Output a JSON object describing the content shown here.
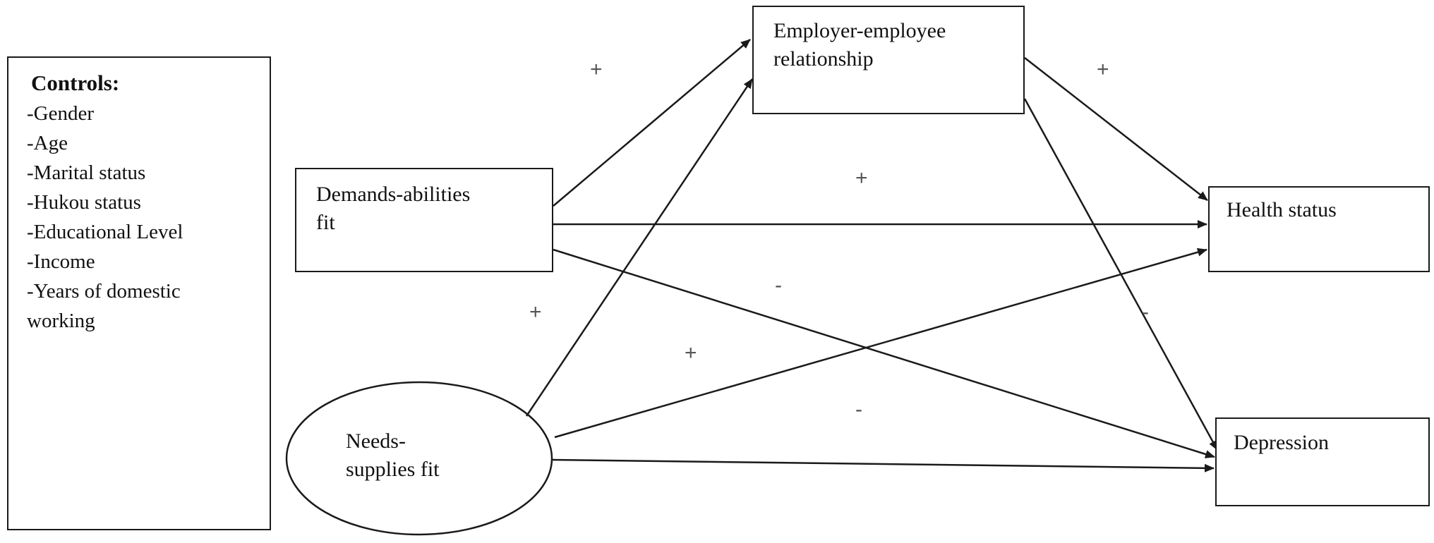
{
  "diagram": {
    "type": "path-model",
    "nodes": {
      "controls": {
        "title": "Controls:",
        "items": [
          "-Gender",
          "-Age",
          "-Marital status",
          "-Hukou status",
          "-Educational Level",
          "-Income",
          "-Years of domestic",
          "working"
        ]
      },
      "demands_abilities": {
        "line1": "Demands-abilities",
        "line2": "fit"
      },
      "needs_supplies": {
        "line1": "Needs-",
        "line2": "supplies fit"
      },
      "employer_employee": {
        "line1": "Employer-employee",
        "line2": "relationship"
      },
      "health_status": {
        "label": "Health status"
      },
      "depression": {
        "label": "Depression"
      }
    },
    "edges": [
      {
        "from": "demands_abilities",
        "to": "employer_employee",
        "sign": "+"
      },
      {
        "from": "needs_supplies",
        "to": "employer_employee",
        "sign": "+"
      },
      {
        "from": "employer_employee",
        "to": "health_status",
        "sign": "+"
      },
      {
        "from": "employer_employee",
        "to": "depression",
        "sign": "-"
      },
      {
        "from": "demands_abilities",
        "to": "health_status",
        "sign": "+"
      },
      {
        "from": "demands_abilities",
        "to": "depression",
        "sign": "-"
      },
      {
        "from": "needs_supplies",
        "to": "health_status",
        "sign": "+"
      },
      {
        "from": "needs_supplies",
        "to": "depression",
        "sign": "-"
      }
    ],
    "colors": {
      "line": "#1a1a1a",
      "sign": "#555555"
    }
  }
}
